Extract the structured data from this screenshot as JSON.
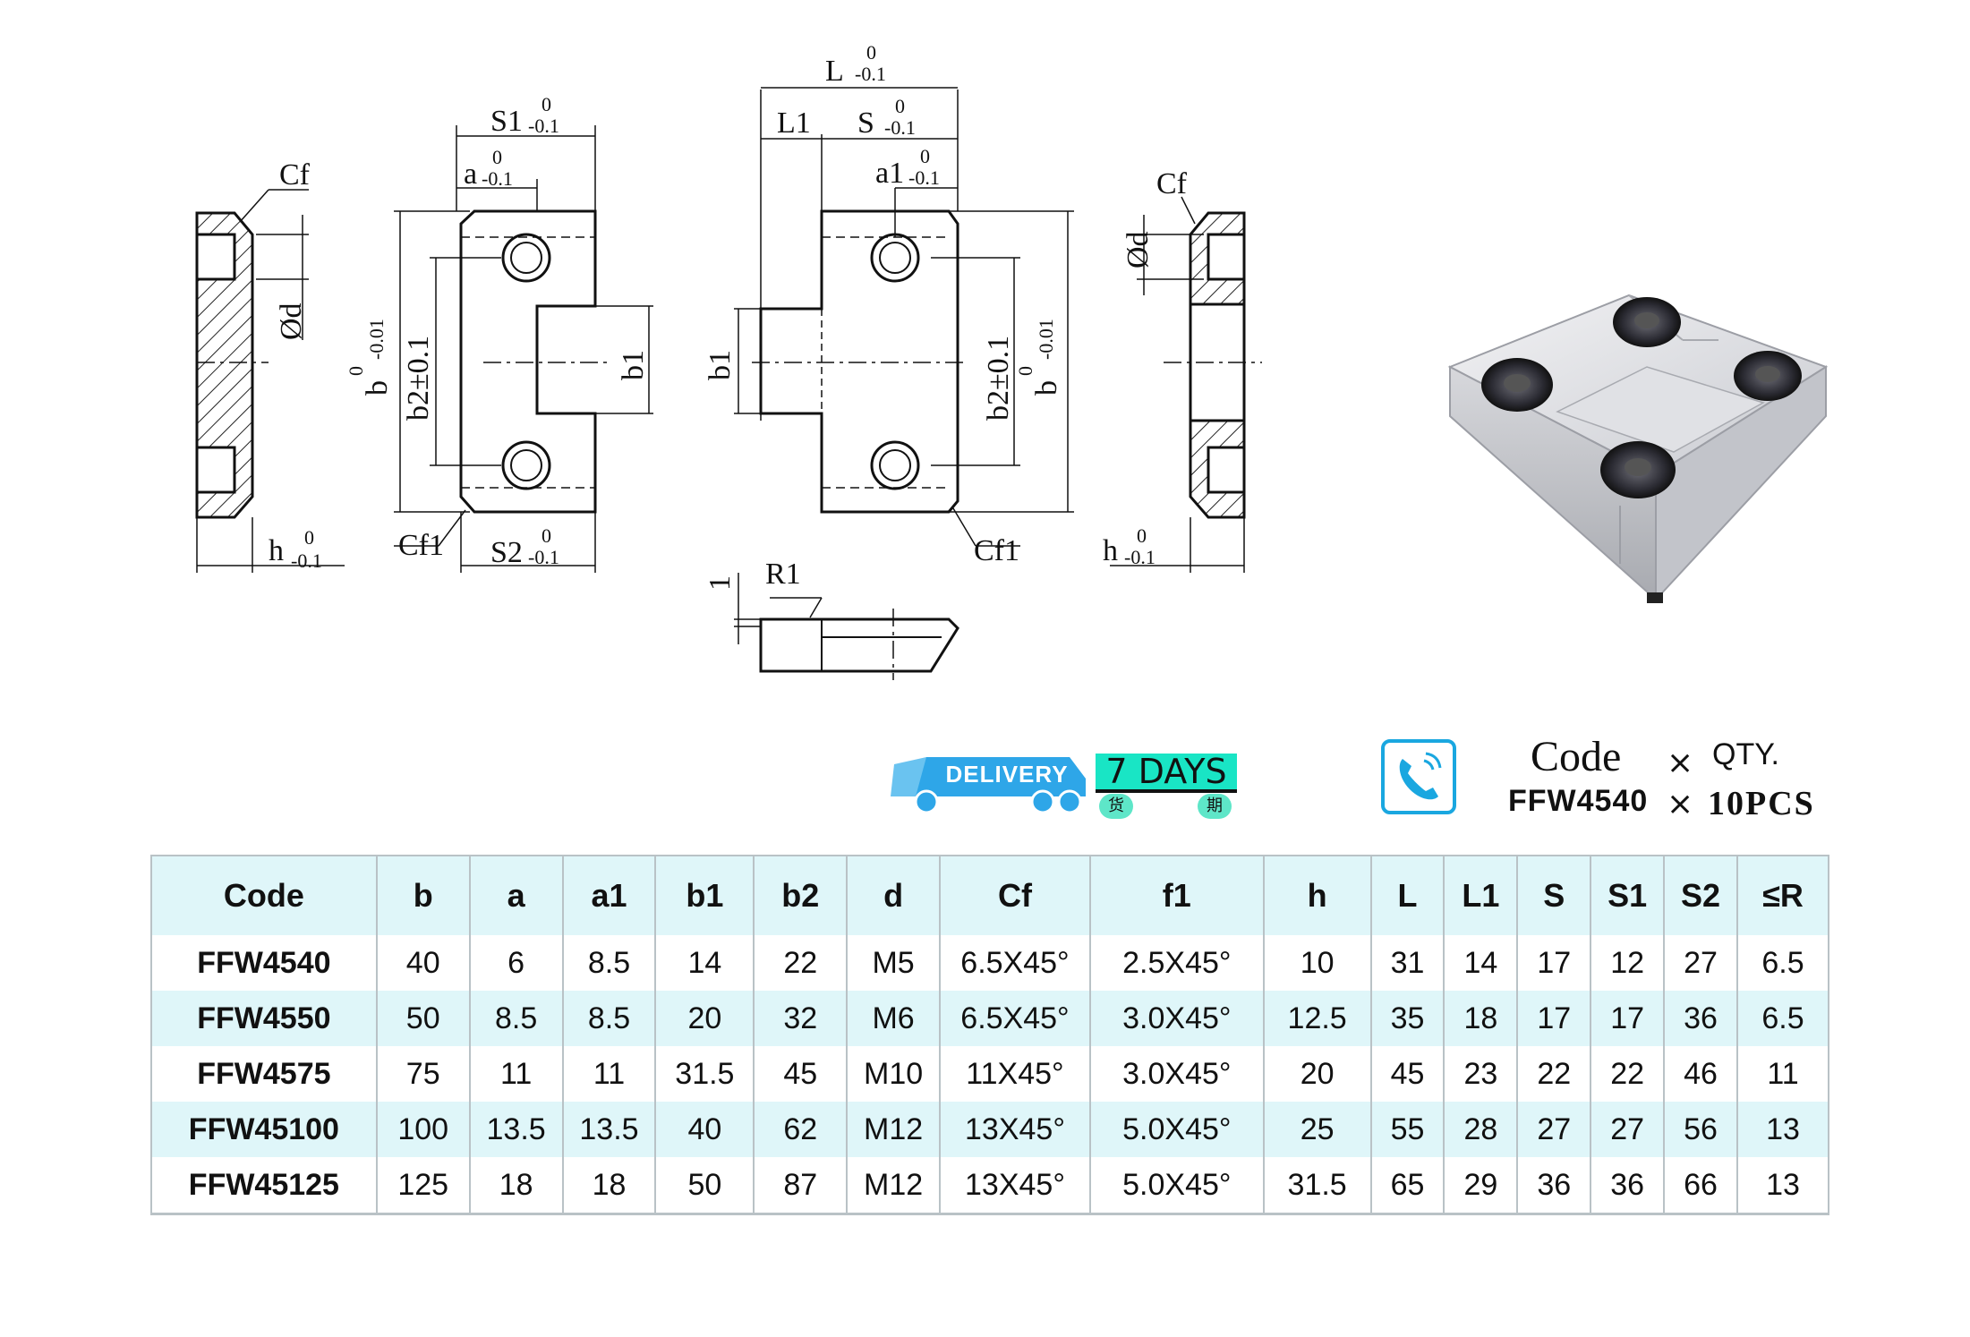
{
  "drawing": {
    "labels": {
      "cf": "Cf",
      "cf1": "Cf1",
      "d": "Ød",
      "h": "h",
      "tol_0": "0",
      "tol_neg01": "-0.1",
      "tol_neg001": "-0.01",
      "s1": "S1",
      "a": "a",
      "a1": "a1",
      "s": "S",
      "s2": "S2",
      "l": "L",
      "l1": "L1",
      "b": "b",
      "b1": "b1",
      "b2": "b2±0.1",
      "r1": "R1",
      "one": "1"
    }
  },
  "badge": {
    "delivery": "DELIVERY",
    "days": "7 DAYS",
    "cn1": "货",
    "cn2": "期"
  },
  "order": {
    "code_label": "Code",
    "times": "×",
    "qty_label": "QTY.",
    "sample_code": "FFW4540",
    "sample_qty": "10PCS"
  },
  "table": {
    "headers": [
      "Code",
      "b",
      "a",
      "a1",
      "b1",
      "b2",
      "d",
      "Cf",
      "f1",
      "h",
      "L",
      "L1",
      "S",
      "S1",
      "S2",
      "≤R"
    ],
    "rows": [
      [
        "FFW4540",
        "40",
        "6",
        "8.5",
        "14",
        "22",
        "M5",
        "6.5X45°",
        "2.5X45°",
        "10",
        "31",
        "14",
        "17",
        "12",
        "27",
        "6.5"
      ],
      [
        "FFW4550",
        "50",
        "8.5",
        "8.5",
        "20",
        "32",
        "M6",
        "6.5X45°",
        "3.0X45°",
        "12.5",
        "35",
        "18",
        "17",
        "17",
        "36",
        "6.5"
      ],
      [
        "FFW4575",
        "75",
        "11",
        "11",
        "31.5",
        "45",
        "M10",
        "11X45°",
        "3.0X45°",
        "20",
        "45",
        "23",
        "22",
        "22",
        "46",
        "11"
      ],
      [
        "FFW45100",
        "100",
        "13.5",
        "13.5",
        "40",
        "62",
        "M12",
        "13X45°",
        "5.0X45°",
        "25",
        "55",
        "28",
        "27",
        "27",
        "56",
        "13"
      ],
      [
        "FFW45125",
        "125",
        "18",
        "18",
        "50",
        "87",
        "M12",
        "13X45°",
        "5.0X45°",
        "31.5",
        "65",
        "29",
        "36",
        "36",
        "66",
        "13"
      ]
    ]
  }
}
